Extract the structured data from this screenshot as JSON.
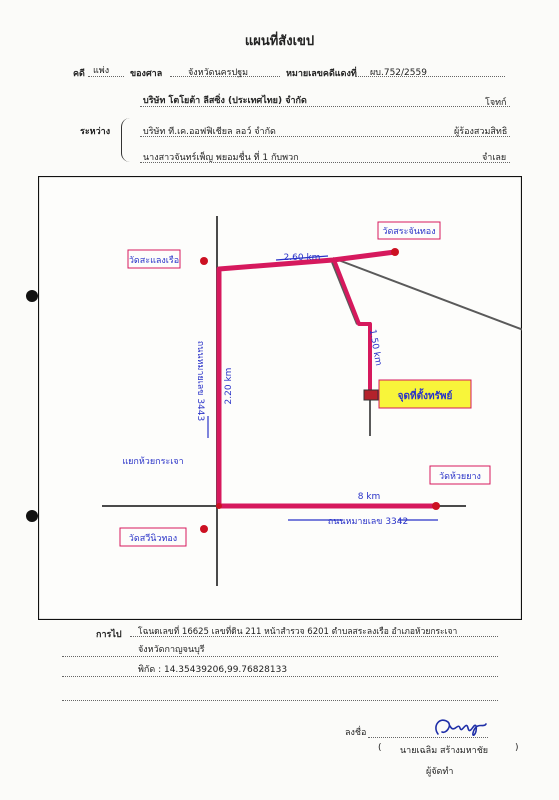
{
  "header": {
    "title": "แผนที่สังเขป"
  },
  "case": {
    "case_label": "คดี",
    "case_type": "แพ่ง",
    "court_label": "ของศาล",
    "court_value": "จังหวัดนครปฐม",
    "red_no_label": "หมายเลขคดีแดงที่",
    "red_no_value": "ผบ.752/2559"
  },
  "parties": {
    "between_label": "ระหว่าง",
    "plaintiff": "บริษัท โตโยต้า ลีสซิ่ง (ประเทศไทย) จำกัด",
    "plaintiff_role": "โจทก์",
    "assignee": "บริษัท ที.เค.ออฟฟิเชียล ลอว์ จำกัด",
    "assignee_role": "ผู้ร้องสวมสิทธิ",
    "defendant": "นางสาวจันทร์เพ็ญ พยอมชื่น  ที่ 1 กับพวก",
    "defendant_role": "จำเลย"
  },
  "map": {
    "labels": {
      "temple_top_left": "วัดสะแลงเรือ",
      "temple_top_right": "วัดสระจันทอง",
      "junction": "แยกห้วยกระเจา",
      "temple_right": "วัดห้วยยาง",
      "temple_bottom_left": "วัดสวีนิวทอง",
      "destination": "จุดที่ตั้งทรัพย์",
      "road_vertical": "ถนนหมายเลข 3443",
      "road_horizontal": "ถนนหมายเลข 3342",
      "dist_top": "2.60 km",
      "dist_diag": "1.50 km",
      "dist_vertical": "2.20 km",
      "dist_bottom": "8 km"
    },
    "colors": {
      "road": "#d6195d",
      "ink": "#2a33c8",
      "gray_road": "#5a5a5a",
      "marker": "#cc1122",
      "highlight": "#f8f53a"
    }
  },
  "footer": {
    "to_label": "การไป",
    "line1": "โฉนดเลขที่ 16625 เลขที่ดิน 211  หน้าสำรวจ 6201  ตำบลสระลงเรือ  อำเภอห้วยกระเจา",
    "line2": "จังหวัดกาญจนบุรี",
    "coords": "พิกัด :  14.35439206,99.76828133",
    "sign_label": "ลงชื่อ",
    "signer_name": "นายเฉลิม  สร้างมหาชัย",
    "signer_role": "ผู้จัดทำ"
  }
}
